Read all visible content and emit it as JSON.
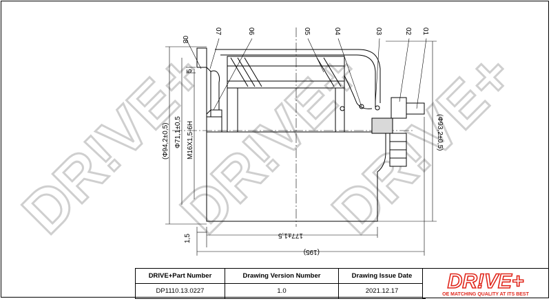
{
  "watermark": {
    "text": "DR!VE+",
    "color": "#dcdcdc"
  },
  "callouts": [
    "08",
    "07",
    "06",
    "05",
    "04",
    "03",
    "02",
    "01"
  ],
  "dimensions": {
    "d_left_outer": "(Φ94,2±0,5)",
    "d_left_inner": "Φ71,1±0,5",
    "thread": "M16X1,5-6H",
    "d_right": "(Φ93,2±0,5)",
    "gap": "5",
    "bottom_step": "1,5",
    "length": "177±1,5",
    "total_length": "(195)"
  },
  "title_block": {
    "part_number_label": "DRIVE+Part Number",
    "part_number_value": "DP1110.13.0227",
    "version_label": "Drawing Version Number",
    "version_value": "1.0",
    "issue_date_label": "Drawing Issue Date",
    "issue_date_value": "2021.12.17"
  },
  "logo": {
    "text": "DR!VE+",
    "tagline": "OE MATCHING QUALITY AT ITS BEST",
    "accent_color": "#e0261b"
  }
}
